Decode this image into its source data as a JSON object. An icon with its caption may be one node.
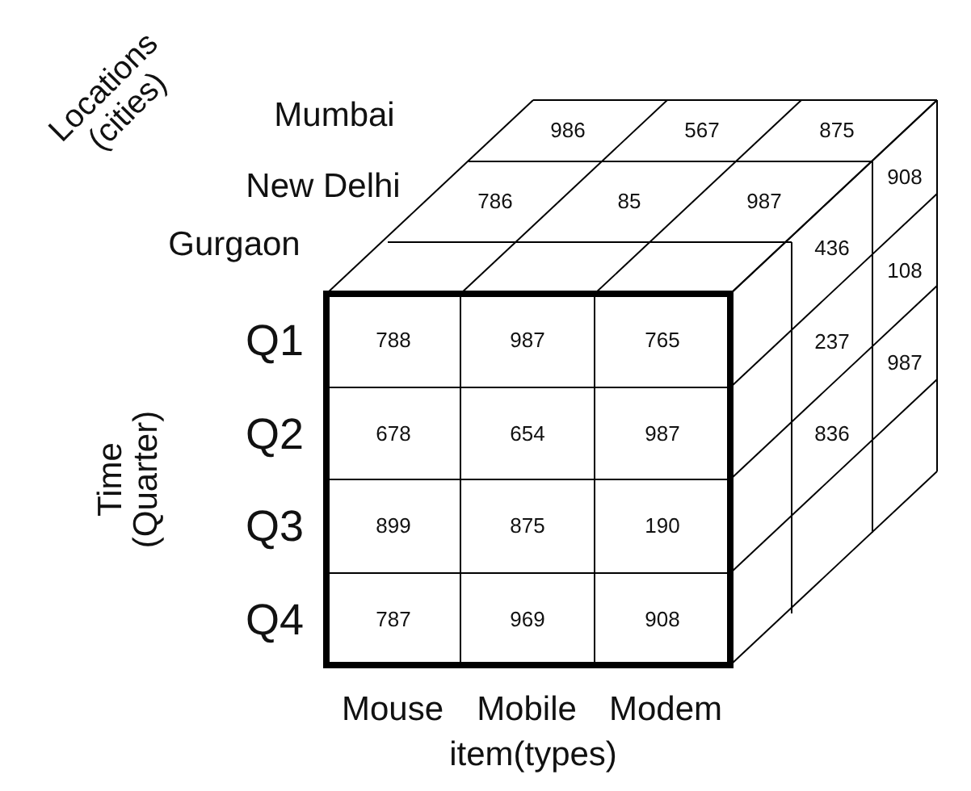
{
  "diagram": {
    "labels": [
      "Locations (cities)",
      "Mumbai",
      "986",
      "567",
      "875",
      "New Delhi",
      "786",
      "85",
      "987",
      "Gurgaon",
      "908",
      "Time (Quarter)",
      "Q1",
      "Q2",
      "Q3",
      "Q4",
      "788",
      "987",
      "765",
      "436",
      "108",
      "678",
      "654",
      "987",
      "237",
      "987",
      "899",
      "875",
      "190",
      "836",
      "787",
      "969",
      "908",
      "Mouse",
      "Mobile",
      "Modem",
      "item(types)"
    ]
  }
}
